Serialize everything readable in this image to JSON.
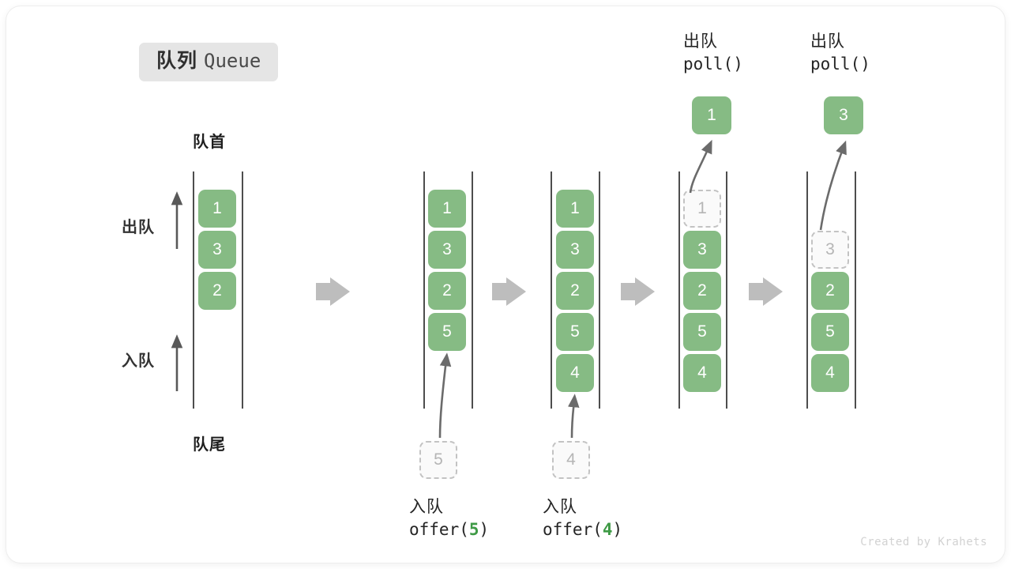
{
  "title": {
    "cn": "队列",
    "en": "Queue"
  },
  "labels": {
    "head": "队首",
    "tail": "队尾",
    "dequeue": "出队",
    "enqueue": "入队"
  },
  "colors": {
    "cell_green": "#86bb84",
    "ghost_border": "#c3c3c3",
    "ghost_text": "#b5b5b5",
    "rail": "#4d4d4d",
    "arrow_gray": "#bdbdbd",
    "curve_arrow": "#6b6b6b",
    "badge_bg": "#e5e5e5",
    "code_accent": "#3e9a45"
  },
  "stages": [
    {
      "name": "initial",
      "cells": [
        "1",
        "3",
        "2"
      ],
      "ghost_index": null,
      "ghost_value": null
    },
    {
      "name": "after-offer-5",
      "cells": [
        "1",
        "3",
        "2",
        "5"
      ],
      "ghost_index": null,
      "ghost_value": null,
      "incoming": {
        "value": "5",
        "label_cn": "入队",
        "code_prefix": "offer(",
        "code_num": "5",
        "code_suffix": ")"
      }
    },
    {
      "name": "after-offer-4",
      "cells": [
        "1",
        "3",
        "2",
        "5",
        "4"
      ],
      "ghost_index": null,
      "ghost_value": null,
      "incoming": {
        "value": "4",
        "label_cn": "入队",
        "code_prefix": "offer(",
        "code_num": "4",
        "code_suffix": ")"
      }
    },
    {
      "name": "after-poll-1",
      "cells": [
        "3",
        "2",
        "5",
        "4"
      ],
      "ghost_index": 0,
      "ghost_value": "1",
      "outgoing": {
        "value": "1",
        "label_cn": "出队",
        "code": "poll()"
      }
    },
    {
      "name": "after-poll-3",
      "cells": [
        "2",
        "5",
        "4"
      ],
      "ghost_index": 1,
      "ghost_value": "3",
      "outgoing": {
        "value": "3",
        "label_cn": "出队",
        "code": "poll()"
      }
    }
  ],
  "watermark": "Created by Krahets"
}
